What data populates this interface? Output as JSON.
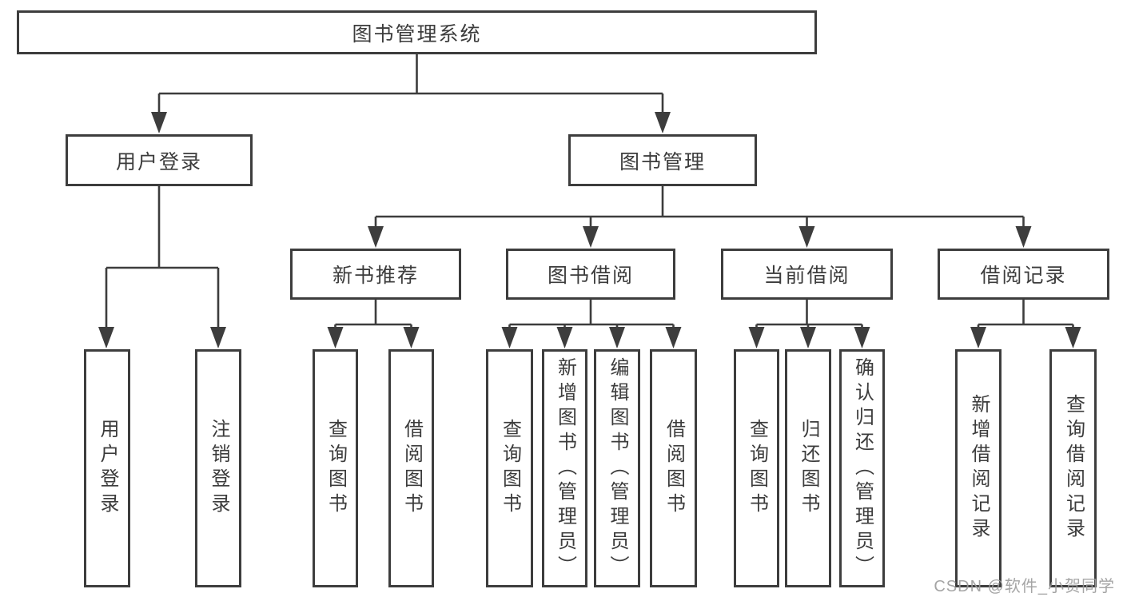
{
  "diagram_title": "图书管理系统",
  "watermark": "CSDN @软件_小贺同学",
  "colors": {
    "line": "#3d3d3d",
    "box_border": "#3d3d3d",
    "text": "#3c3c3c",
    "watermark": "#9b9b9b",
    "background": "#ffffff"
  },
  "tree": {
    "root": {
      "label": "图书管理系统",
      "children": [
        {
          "label": "用户登录",
          "children": [
            {
              "label": "用户登录"
            },
            {
              "label": "注销登录"
            }
          ]
        },
        {
          "label": "图书管理",
          "children": [
            {
              "label": "新书推荐",
              "children": [
                {
                  "label": "查询图书"
                },
                {
                  "label": "借阅图书"
                }
              ]
            },
            {
              "label": "图书借阅",
              "children": [
                {
                  "label": "查询图书"
                },
                {
                  "label": "新增图书（管理员）"
                },
                {
                  "label": "编辑图书（管理员）"
                },
                {
                  "label": "借阅图书"
                }
              ]
            },
            {
              "label": "当前借阅",
              "children": [
                {
                  "label": "查询图书"
                },
                {
                  "label": "归还图书"
                },
                {
                  "label": "确认归还（管理员）"
                }
              ]
            },
            {
              "label": "借阅记录",
              "children": [
                {
                  "label": "新增借阅记录"
                },
                {
                  "label": "查询借阅记录"
                }
              ]
            }
          ]
        }
      ]
    }
  }
}
